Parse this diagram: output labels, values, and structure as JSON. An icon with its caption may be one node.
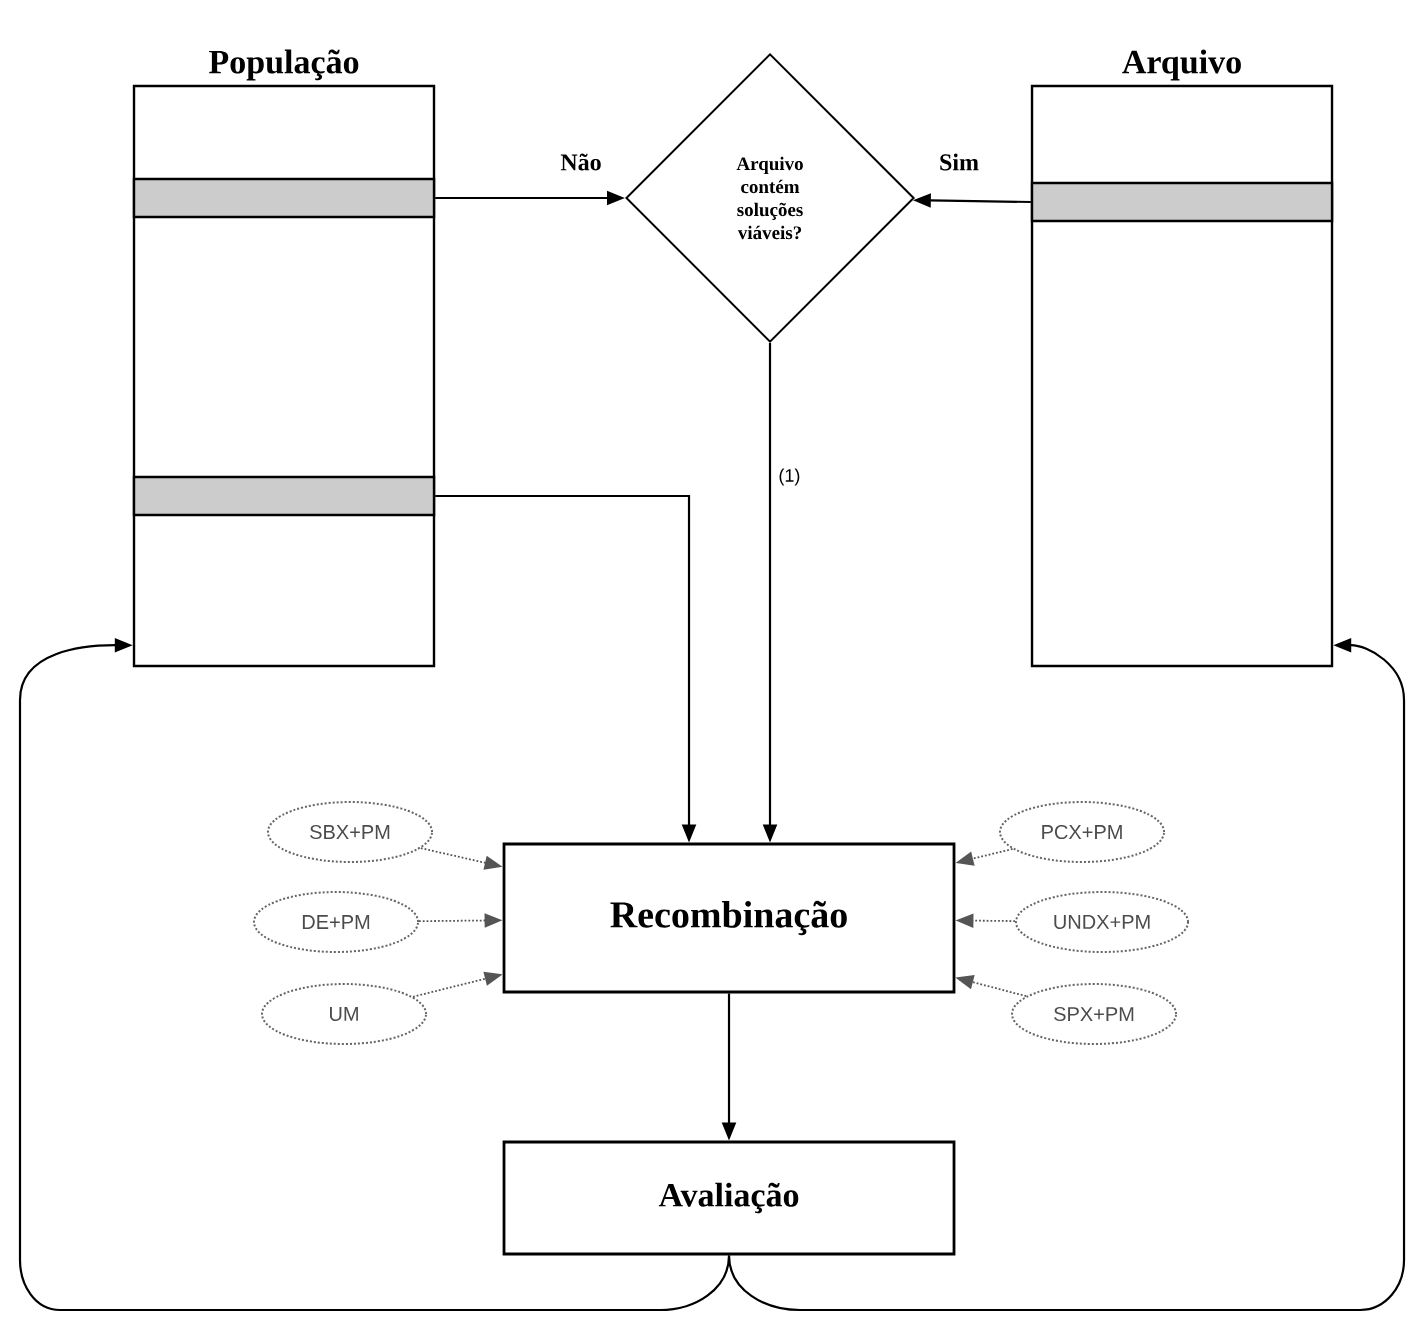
{
  "diagram": {
    "nodes": [
      {
        "text": [
          "População"
        ]
      },
      {
        "text": [],
        "shape": "bar",
        "in": 0
      },
      {
        "text": [],
        "shape": "bar",
        "in": 0
      },
      {
        "text": [
          "Arquivo contém soluções viáveis?"
        ]
      },
      {
        "text": [
          "Arquivo"
        ]
      },
      {
        "text": [],
        "shape": "bar",
        "in": 4
      },
      {
        "text": [
          "SBX+PM"
        ]
      },
      {
        "text": [
          "DE+PM"
        ]
      },
      {
        "text": [
          "UM"
        ]
      },
      {
        "text": [
          "Recombinação"
        ]
      },
      {
        "text": [
          "PCX+PM"
        ]
      },
      {
        "text": [
          "UNDX+PM"
        ]
      },
      {
        "text": [
          "SPX+PM"
        ]
      },
      {
        "text": [
          "Avaliação"
        ]
      }
    ],
    "edges": [
      {
        "from": 1,
        "to": 3,
        "arrow": "to",
        "label": "Não"
      },
      {
        "from": 5,
        "to": 3,
        "arrow": "to",
        "label": "Sim"
      },
      {
        "from": 3,
        "to": 9,
        "arrow": "to",
        "label": "(1)"
      },
      {
        "from": 2,
        "to": 9,
        "arrow": "to"
      },
      {
        "from": 6,
        "to": 9,
        "arrow": "to",
        "style": "dashed",
        "color": "#555555"
      },
      {
        "from": 7,
        "to": 9,
        "arrow": "to",
        "style": "dashed",
        "color": "#555555"
      },
      {
        "from": 8,
        "to": 9,
        "arrow": "to",
        "style": "dashed",
        "color": "#555555"
      },
      {
        "from": 10,
        "to": 9,
        "arrow": "to",
        "style": "dashed",
        "color": "#555555"
      },
      {
        "from": 11,
        "to": 9,
        "arrow": "to",
        "style": "dashed",
        "color": "#555555"
      },
      {
        "from": 12,
        "to": 9,
        "arrow": "to",
        "style": "dashed",
        "color": "#555555"
      },
      {
        "from": 9,
        "to": 13,
        "arrow": "to"
      },
      {
        "from": 13,
        "to": 0,
        "arrow": "to"
      },
      {
        "from": 13,
        "to": 4,
        "arrow": "to"
      }
    ]
  }
}
